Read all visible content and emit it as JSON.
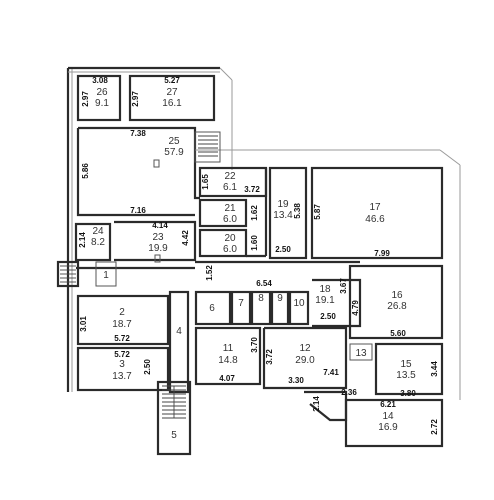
{
  "rooms": [
    {
      "id": "r26",
      "num": "26",
      "area": "9.1"
    },
    {
      "id": "r27",
      "num": "27",
      "area": "16.1"
    },
    {
      "id": "r25",
      "num": "25",
      "area": "57.9"
    },
    {
      "id": "r22",
      "num": "22",
      "area": "6.1"
    },
    {
      "id": "r21",
      "num": "21",
      "area": "6.0"
    },
    {
      "id": "r20",
      "num": "20",
      "area": "6.0"
    },
    {
      "id": "r19",
      "num": "19",
      "area": "13.4"
    },
    {
      "id": "r17",
      "num": "17",
      "area": "46.6"
    },
    {
      "id": "r24",
      "num": "24",
      "area": "8.2"
    },
    {
      "id": "r23",
      "num": "23",
      "area": "19.9"
    },
    {
      "id": "r1",
      "num": "1",
      "area": ""
    },
    {
      "id": "r2",
      "num": "2",
      "area": "18.7"
    },
    {
      "id": "r3",
      "num": "3",
      "area": "13.7"
    },
    {
      "id": "r4",
      "num": "4",
      "area": ""
    },
    {
      "id": "r5",
      "num": "5",
      "area": ""
    },
    {
      "id": "r6",
      "num": "6",
      "area": ""
    },
    {
      "id": "r7",
      "num": "7",
      "area": ""
    },
    {
      "id": "r8",
      "num": "8",
      "area": ""
    },
    {
      "id": "r9",
      "num": "9",
      "area": ""
    },
    {
      "id": "r10",
      "num": "10",
      "area": ""
    },
    {
      "id": "r18",
      "num": "18",
      "area": "19.1"
    },
    {
      "id": "r16",
      "num": "16",
      "area": "26.8"
    },
    {
      "id": "r11",
      "num": "11",
      "area": "14.8"
    },
    {
      "id": "r12",
      "num": "12",
      "area": "29.0"
    },
    {
      "id": "r13",
      "num": "13",
      "area": ""
    },
    {
      "id": "r15",
      "num": "15",
      "area": "13.5"
    },
    {
      "id": "r14",
      "num": "14",
      "area": "16.9"
    }
  ],
  "dimensions": [
    {
      "id": "d1",
      "text": "3.08"
    },
    {
      "id": "d2",
      "text": "5.27"
    },
    {
      "id": "d3",
      "text": "2.97"
    },
    {
      "id": "d4",
      "text": "2.97"
    },
    {
      "id": "d5",
      "text": "7.38"
    },
    {
      "id": "d6",
      "text": "5.86"
    },
    {
      "id": "d7",
      "text": "7.16"
    },
    {
      "id": "d8",
      "text": "1.65"
    },
    {
      "id": "d9",
      "text": "3.72"
    },
    {
      "id": "d10",
      "text": "1.62"
    },
    {
      "id": "d11",
      "text": "5.38"
    },
    {
      "id": "d12",
      "text": "1.60"
    },
    {
      "id": "d13",
      "text": "2.50"
    },
    {
      "id": "d14",
      "text": "5.87"
    },
    {
      "id": "d15",
      "text": "7.99"
    },
    {
      "id": "d16",
      "text": "2.14"
    },
    {
      "id": "d17",
      "text": "4.14"
    },
    {
      "id": "d18",
      "text": "4.42"
    },
    {
      "id": "d19",
      "text": "1.52"
    },
    {
      "id": "d20",
      "text": "6.54"
    },
    {
      "id": "d21",
      "text": "3.67"
    },
    {
      "id": "d22",
      "text": "4.79"
    },
    {
      "id": "d23",
      "text": "2.50"
    },
    {
      "id": "d24",
      "text": "3.01"
    },
    {
      "id": "d25",
      "text": "5.72"
    },
    {
      "id": "d26",
      "text": "5.72"
    },
    {
      "id": "d27",
      "text": "2.50"
    },
    {
      "id": "d28",
      "text": "5.60"
    },
    {
      "id": "d29",
      "text": "3.70"
    },
    {
      "id": "d30",
      "text": "3.72"
    },
    {
      "id": "d31",
      "text": "7.41"
    },
    {
      "id": "d32",
      "text": "4.07"
    },
    {
      "id": "d33",
      "text": "3.30"
    },
    {
      "id": "d34",
      "text": "3.44"
    },
    {
      "id": "d35",
      "text": "2.36"
    },
    {
      "id": "d36",
      "text": "3.80"
    },
    {
      "id": "d37",
      "text": "2.14"
    },
    {
      "id": "d38",
      "text": "6.21"
    },
    {
      "id": "d39",
      "text": "2.72"
    }
  ]
}
